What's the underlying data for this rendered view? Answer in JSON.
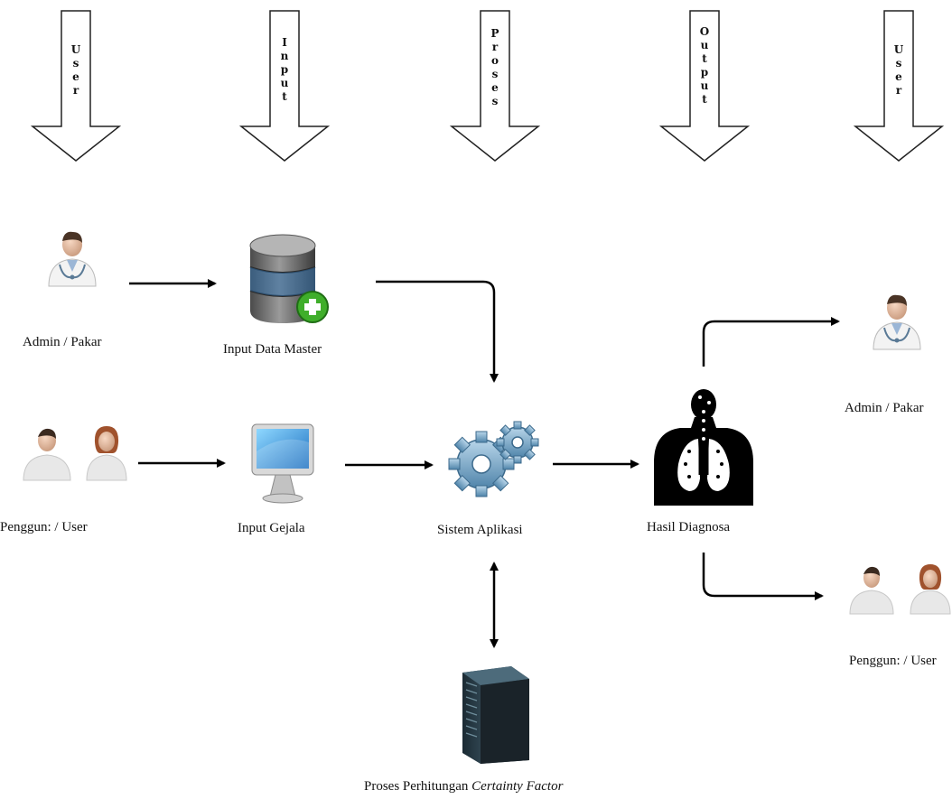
{
  "columns": [
    {
      "label": "User"
    },
    {
      "label": "Input"
    },
    {
      "label": "Proses"
    },
    {
      "label": "Output"
    },
    {
      "label": "User"
    }
  ],
  "nodes": {
    "admin_pakar_left": {
      "label": "Admin / Pakar",
      "icon": "doctor-icon"
    },
    "pengguna_user_left": {
      "label": "Penggun: / User",
      "icon": "users-icon"
    },
    "input_data_master": {
      "label": "Input Data Master",
      "icon": "database-add-icon"
    },
    "input_gejala": {
      "label": "Input Gejala",
      "icon": "monitor-icon"
    },
    "sistem_aplikasi": {
      "label": "Sistem Aplikasi",
      "icon": "gears-icon"
    },
    "hasil_diagnosa": {
      "label": "Hasil Diagnosa",
      "icon": "lungs-diagnosis-icon"
    },
    "admin_pakar_right": {
      "label": "Admin / Pakar",
      "icon": "doctor-icon"
    },
    "pengguna_user_right": {
      "label": "Penggun: / User",
      "icon": "users-icon"
    },
    "proses_perhitungan": {
      "label_prefix": "Proses Perhitungan",
      "label_emphasis": "Certainty Factor",
      "icon": "server-icon"
    }
  },
  "colors": {
    "arrow": "#000000",
    "column_arrow_stroke": "#222222",
    "gear": "#6f9fbf",
    "accent_green": "#3fae2a"
  }
}
